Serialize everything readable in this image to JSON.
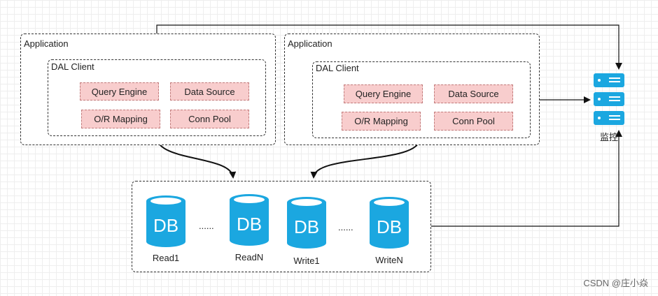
{
  "app_left": {
    "title": "Application",
    "client_title": "DAL Client",
    "components": [
      "Query Engine",
      "Data Source",
      "O/R Mapping",
      "Conn Pool"
    ]
  },
  "app_right": {
    "title": "Application",
    "client_title": "DAL Client",
    "components": [
      "Query Engine",
      "Data Source",
      "O/R Mapping",
      "Conn Pool"
    ]
  },
  "databases": [
    {
      "icon_text": "DB",
      "label": "Read1"
    },
    {
      "icon_text": "DB",
      "label": "ReadN"
    },
    {
      "icon_text": "DB",
      "label": "Write1"
    },
    {
      "icon_text": "DB",
      "label": "WriteN"
    }
  ],
  "ellipsis": "......",
  "monitor": {
    "label": "监控"
  },
  "watermark": "CSDN @庄小焱",
  "colors": {
    "pill_fill": "#f8cdcd",
    "db_blue": "#1ba7e0"
  }
}
